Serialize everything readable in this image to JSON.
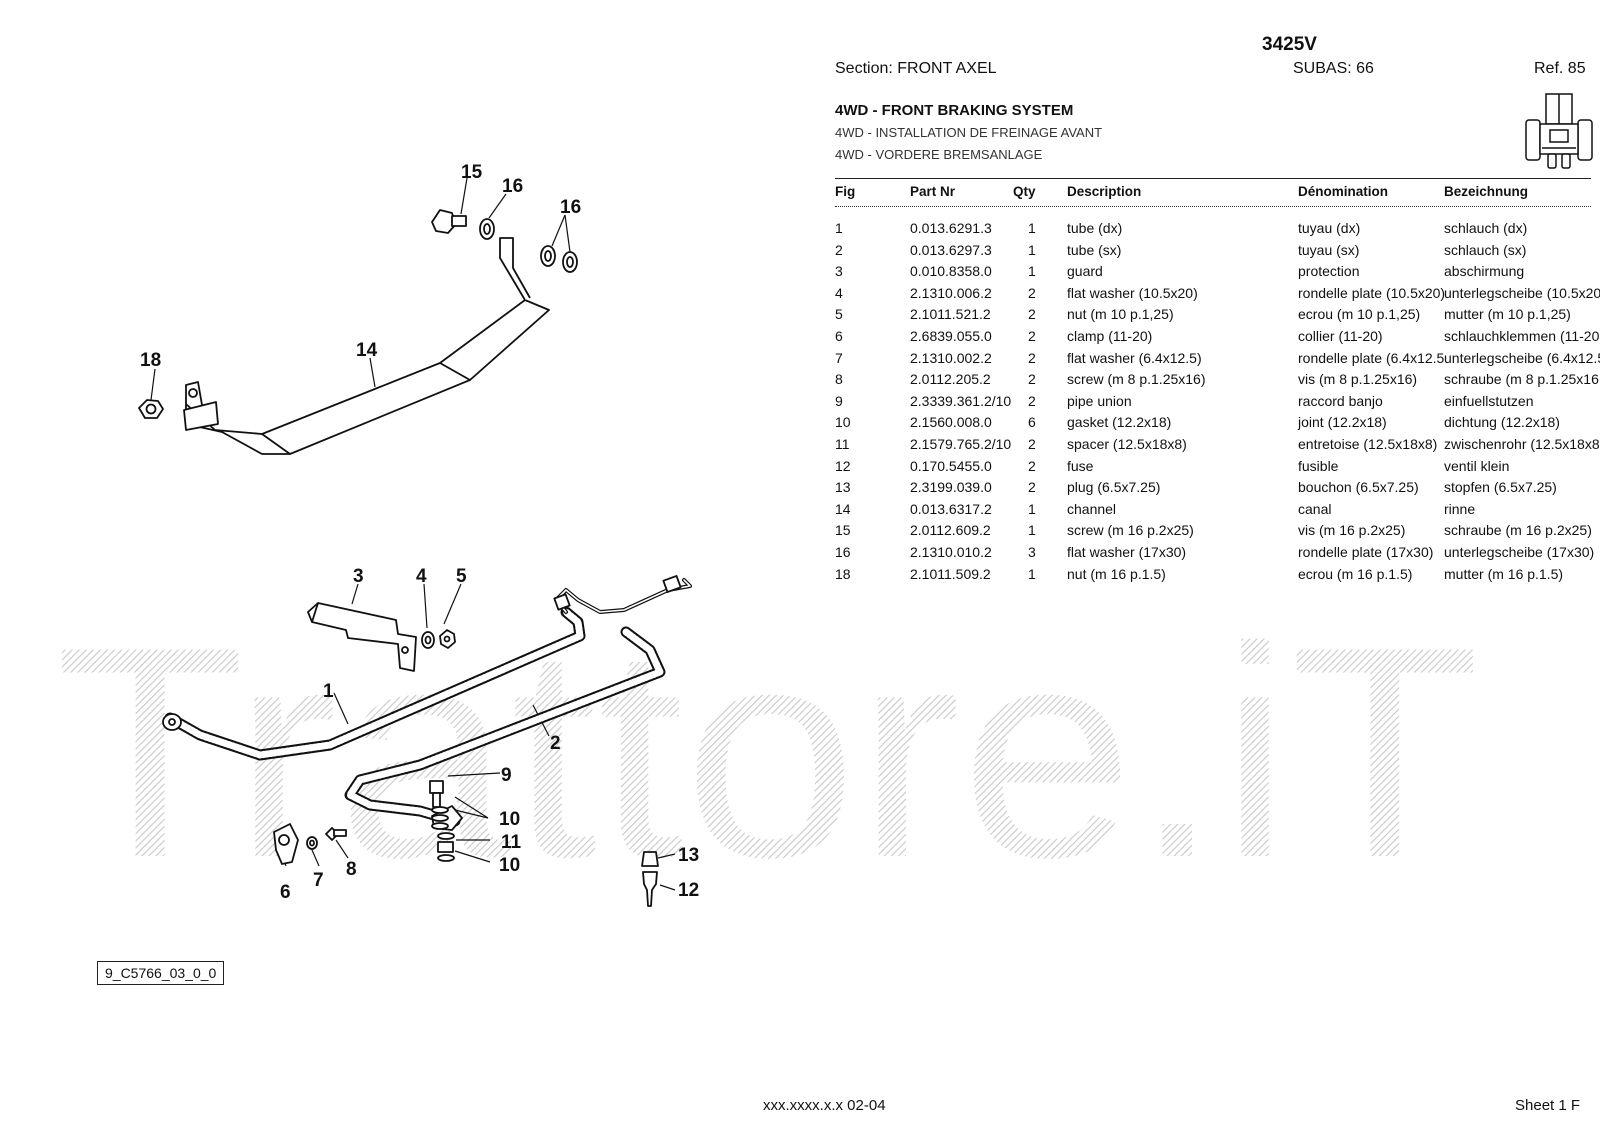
{
  "header": {
    "model": "3425V",
    "section": "Section: FRONT AXEL",
    "subas": "SUBAS: 66",
    "ref": "Ref. 85"
  },
  "titles": {
    "en": "4WD - FRONT BRAKING SYSTEM",
    "fr": "4WD - INSTALLATION DE FREINAGE AVANT",
    "de": "4WD - VORDERE BREMSANLAGE"
  },
  "table": {
    "columns": [
      "Fig",
      "Part Nr",
      "Qty",
      "Description",
      "Dénomination",
      "Bezeichnung"
    ],
    "rows": [
      [
        "1",
        "0.013.6291.3",
        "1",
        "tube (dx)",
        "tuyau (dx)",
        "schlauch (dx)"
      ],
      [
        "2",
        "0.013.6297.3",
        "1",
        "tube (sx)",
        "tuyau (sx)",
        "schlauch (sx)"
      ],
      [
        "3",
        "0.010.8358.0",
        "1",
        "guard",
        "protection",
        "abschirmung"
      ],
      [
        "4",
        "2.1310.006.2",
        "2",
        "flat washer (10.5x20)",
        "rondelle plate (10.5x20)",
        "unterlegscheibe (10.5x20"
      ],
      [
        "5",
        "2.1011.521.2",
        "2",
        "nut (m 10 p.1,25)",
        "ecrou (m 10 p.1,25)",
        "mutter (m 10 p.1,25)"
      ],
      [
        "6",
        "2.6839.055.0",
        "2",
        "clamp (11-20)",
        "collier (11-20)",
        "schlauchklemmen (11-20"
      ],
      [
        "7",
        "2.1310.002.2",
        "2",
        "flat washer (6.4x12.5)",
        "rondelle plate (6.4x12.5",
        "unterlegscheibe (6.4x12.5"
      ],
      [
        "8",
        "2.0112.205.2",
        "2",
        "screw (m 8 p.1.25x16)",
        "vis (m 8 p.1.25x16)",
        "schraube (m 8 p.1.25x16"
      ],
      [
        "9",
        "2.3339.361.2/10",
        "2",
        "pipe union",
        "raccord banjo",
        "einfuellstutzen"
      ],
      [
        "10",
        "2.1560.008.0",
        "6",
        "gasket (12.2x18)",
        "joint (12.2x18)",
        "dichtung (12.2x18)"
      ],
      [
        "11",
        "2.1579.765.2/10",
        "2",
        "spacer (12.5x18x8)",
        "entretoise (12.5x18x8)",
        "zwischenrohr (12.5x18x8"
      ],
      [
        "12",
        "0.170.5455.0",
        "2",
        "fuse",
        "fusible",
        "ventil klein"
      ],
      [
        "13",
        "2.3199.039.0",
        "2",
        "plug (6.5x7.25)",
        "bouchon (6.5x7.25)",
        "stopfen (6.5x7.25)"
      ],
      [
        "14",
        "0.013.6317.2",
        "1",
        "channel",
        "canal",
        "rinne"
      ],
      [
        "15",
        "2.0112.609.2",
        "1",
        "screw (m 16 p.2x25)",
        "vis (m 16 p.2x25)",
        "schraube (m 16 p.2x25)"
      ],
      [
        "16",
        "2.1310.010.2",
        "3",
        "flat washer (17x30)",
        "rondelle plate (17x30)",
        "unterlegscheibe (17x30)"
      ],
      [
        "18",
        "2.1011.509.2",
        "1",
        "nut (m 16 p.1.5)",
        "ecrou (m 16 p.1.5)",
        "mutter (m 16 p.1.5)"
      ]
    ]
  },
  "diagram": {
    "callouts": {
      "c15": "15",
      "c16a": "16",
      "c16b": "16",
      "c18": "18",
      "c14": "14",
      "c3": "3",
      "c4": "4",
      "c5": "5",
      "c1": "1",
      "c2": "2",
      "c9": "9",
      "c10a": "10",
      "c11": "11",
      "c10b": "10",
      "c6": "6",
      "c7": "7",
      "c8": "8",
      "c13": "13",
      "c12": "12"
    },
    "code": "9_C5766_03_0_0"
  },
  "watermark": "Trattore.iT",
  "footer": {
    "doc": "xxx.xxxx.x.x  02-04",
    "sheet": "Sheet 1 F"
  }
}
